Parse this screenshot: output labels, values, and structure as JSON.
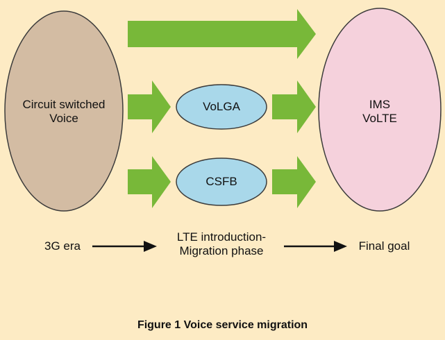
{
  "colors": {
    "background": "#fdebc4",
    "circuit_fill": "#d3bca3",
    "ims_fill": "#f5d1dc",
    "bubble_fill": "#a9d8ea",
    "arrow_fill": "#78b839",
    "outline": "#3b3b3b"
  },
  "nodes": {
    "circuit": {
      "line1": "Circuit switched",
      "line2": "Voice"
    },
    "ims": {
      "line1": "IMS",
      "line2": "VoLTE"
    },
    "volga": "VoLGA",
    "csfb": "CSFB"
  },
  "timeline": {
    "start": "3G era",
    "middle_line1": "LTE introduction-",
    "middle_line2": "Migration phase",
    "end": "Final goal"
  },
  "caption": "Figure 1  Voice service migration"
}
